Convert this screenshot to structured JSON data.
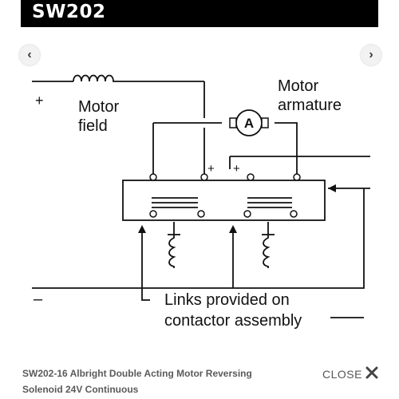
{
  "header": {
    "title": "SW202"
  },
  "nav": {
    "prev_icon": "chevron-left-icon",
    "next_icon": "chevron-right-icon"
  },
  "diagram": {
    "labels": {
      "plus_left": "+",
      "motor_field_1": "Motor",
      "motor_field_2": "field",
      "motor_armature_1": "Motor",
      "motor_armature_2": "armature",
      "ammeter": "A",
      "plus_1": "+",
      "plus_2": "+",
      "minus": "–",
      "links_1": "Links provided on",
      "links_2": "contactor assembly"
    }
  },
  "caption": {
    "text": "SW202-16 Albright Double Acting Motor Reversing Solenoid 24V Continuous"
  },
  "close": {
    "label": "CLOSE",
    "icon": "close-icon"
  }
}
